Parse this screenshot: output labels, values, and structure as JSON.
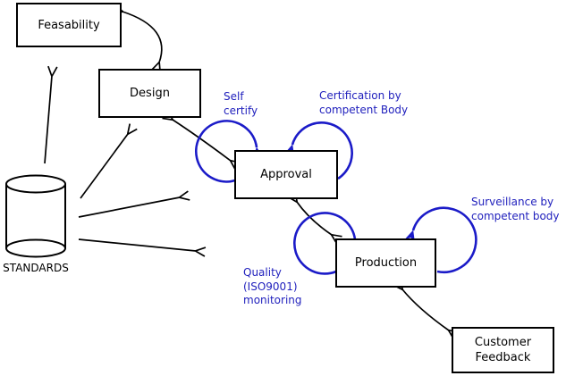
{
  "diagram": {
    "colors": {
      "line_black": "#000000",
      "annotation_blue": "#2121bd",
      "loop_blue": "#1b1bc8",
      "box_fill": "#ffffff",
      "background": "#ffffff"
    },
    "nodes": [
      {
        "id": "feasability",
        "label": "Feasability",
        "shape": "rectangle"
      },
      {
        "id": "design",
        "label": "Design",
        "shape": "rectangle"
      },
      {
        "id": "approval",
        "label": "Approval",
        "shape": "rectangle"
      },
      {
        "id": "production",
        "label": "Production",
        "shape": "rectangle"
      },
      {
        "id": "customer_feedback",
        "label": "Customer\nFeedback",
        "shape": "rectangle"
      },
      {
        "id": "standards",
        "label": "STANDARDS",
        "shape": "cylinder"
      }
    ],
    "annotations": [
      {
        "id": "self_certify",
        "label": "Self\ncertify",
        "color": "blue"
      },
      {
        "id": "certification",
        "label": "Certification by\ncompetent Body",
        "color": "blue"
      },
      {
        "id": "surveillance",
        "label": "Surveillance by\ncompetent body",
        "color": "blue"
      },
      {
        "id": "quality",
        "label": "Quality\n(ISO9001)\nmonitoring",
        "color": "blue"
      }
    ],
    "edges": [
      {
        "from": "feasability",
        "to": "design",
        "heads": "both",
        "style": "curved",
        "color": "black"
      },
      {
        "from": "design",
        "to": "approval",
        "heads": "both",
        "style": "curved",
        "color": "black"
      },
      {
        "from": "approval",
        "to": "production",
        "heads": "both",
        "style": "curved",
        "color": "black"
      },
      {
        "from": "production",
        "to": "customer_feedback",
        "heads": "both",
        "style": "curved",
        "color": "black"
      },
      {
        "from": "standards",
        "to": "feasability",
        "heads": "end",
        "style": "straight",
        "color": "black"
      },
      {
        "from": "standards",
        "to": "design",
        "heads": "end",
        "style": "straight",
        "color": "black"
      },
      {
        "from": "standards",
        "to": "approval",
        "heads": "end",
        "style": "straight",
        "color": "black"
      },
      {
        "from": "standards",
        "to": "production",
        "heads": "end",
        "style": "straight",
        "color": "black"
      }
    ],
    "self_loops": [
      {
        "on": "approval",
        "annotation": "self_certify",
        "position": "top-left",
        "color": "blue"
      },
      {
        "on": "approval",
        "annotation": "certification",
        "position": "top-right",
        "color": "blue"
      },
      {
        "on": "production",
        "annotation": "quality",
        "position": "top-left",
        "color": "blue"
      },
      {
        "on": "production",
        "annotation": "surveillance",
        "position": "top-right",
        "color": "blue"
      }
    ]
  }
}
